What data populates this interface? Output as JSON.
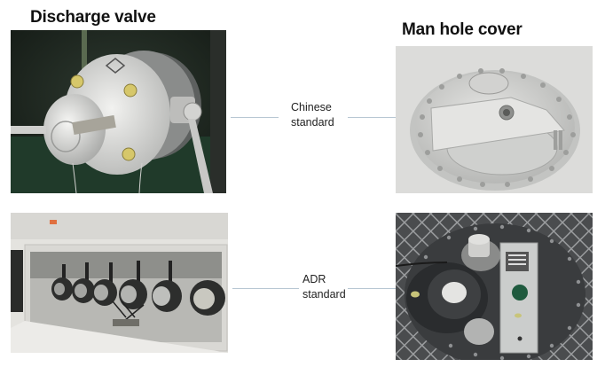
{
  "headings": {
    "left": "Discharge valve",
    "right": "Man hole cover"
  },
  "rows": [
    {
      "standard_line1": "Chinese",
      "standard_line2": "standard",
      "left_photo": "discharge-valve-chinese-standard",
      "right_photo": "manhole-cover-chinese-standard"
    },
    {
      "standard_line1": "ADR",
      "standard_line2": "standard",
      "left_photo": "discharge-valves-adr-standard",
      "right_photo": "manhole-cover-adr-standard"
    }
  ],
  "colors": {
    "connector_line": "#b8c7d3",
    "heading_text": "#111111",
    "valve_background": "#1f2a22",
    "cover_aluminum": "#c9c9c7",
    "adr_cover_dark": "#3a3c3e"
  }
}
